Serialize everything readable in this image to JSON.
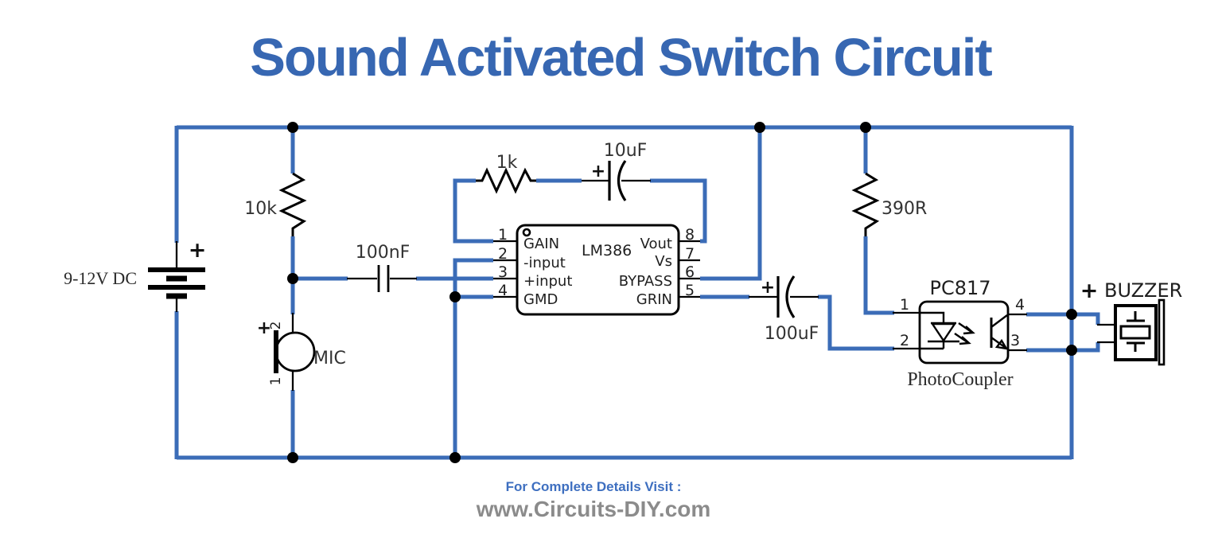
{
  "title": "Sound Activated Switch Circuit",
  "colors": {
    "wire": "#3b6cb7",
    "component_stroke": "#000000",
    "title_text": "#3767b2",
    "footer_link": "#3e6fc0",
    "footer_url": "#8b8b8b"
  },
  "power": {
    "battery_label": "9-12V DC",
    "battery_polarity": "+"
  },
  "components": {
    "r1": {
      "label": "10k"
    },
    "r2": {
      "label": "1k"
    },
    "r3": {
      "label": "390R"
    },
    "c1": {
      "label": "100nF"
    },
    "c2": {
      "label": "10uF",
      "polarity": "+"
    },
    "c3": {
      "label": "100uF",
      "polarity": "+"
    },
    "mic": {
      "label": "MIC",
      "polarity": "+",
      "pin_top": "2",
      "pin_bottom": "1"
    },
    "ic1": {
      "name": "LM386",
      "pins_left": [
        {
          "num": "1",
          "label": "GAIN"
        },
        {
          "num": "2",
          "label": "-input"
        },
        {
          "num": "3",
          "label": "+input"
        },
        {
          "num": "4",
          "label": "GMD"
        }
      ],
      "pins_right": [
        {
          "num": "8",
          "label": "Vout"
        },
        {
          "num": "7",
          "label": "Vs"
        },
        {
          "num": "6",
          "label": "BYPASS"
        },
        {
          "num": "5",
          "label": "GRIN"
        }
      ]
    },
    "ic2": {
      "name": "PC817",
      "type_label": "PhotoCoupler",
      "pin1": "1",
      "pin2": "2",
      "pin3": "3",
      "pin4": "4"
    },
    "buzzer": {
      "label": "BUZZER",
      "polarity": "+"
    }
  },
  "footer": {
    "line1": "For Complete Details Visit :",
    "line2": "www.Circuits-DIY.com"
  }
}
